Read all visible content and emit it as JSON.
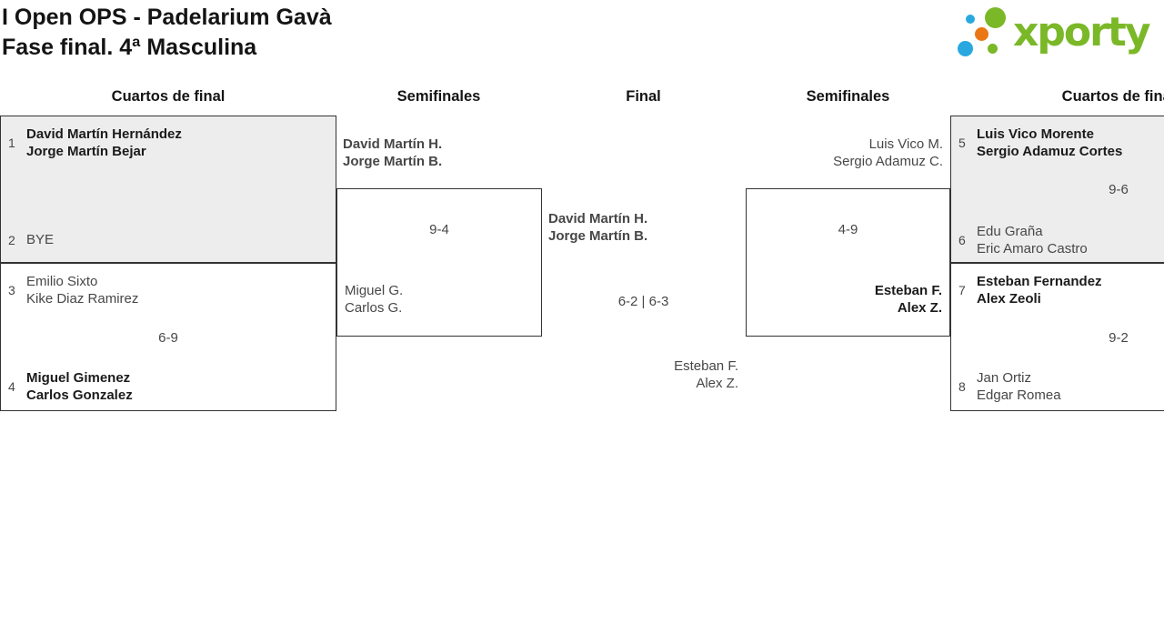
{
  "header": {
    "title_line1": "I Open OPS - Padelarium Gavà",
    "title_line2": "Fase final. 4ª Masculina",
    "logo": {
      "text": "xporty"
    }
  },
  "round_headers": {
    "left_quarterfinals": "Cuartos de final",
    "left_semifinals": "Semifinales",
    "final": "Final",
    "right_semifinals": "Semifinales",
    "right_quarterfinals": "Cuartos de final"
  },
  "bracket": {
    "qf_left_1": {
      "seed_top": "1",
      "team_top_line1": "David Martín Hernández",
      "team_top_line2": "Jorge Martín Bejar",
      "seed_bottom": "2",
      "team_bottom_line1": "BYE"
    },
    "qf_left_2": {
      "seed_top": "3",
      "team_top_line1": "Emilio Sixto",
      "team_top_line2": "Kike Diaz Ramirez",
      "score": "6-9",
      "seed_bottom": "4",
      "team_bottom_line1": "Miguel Gimenez",
      "team_bottom_line2": "Carlos Gonzalez"
    },
    "sf_left": {
      "team_top_line1": "David Martín H.",
      "team_top_line2": "Jorge Martín B.",
      "score": "9-4",
      "team_bottom_line1": "Miguel G.",
      "team_bottom_line2": "Carlos G."
    },
    "final": {
      "winner_line1": "David Martín H.",
      "winner_line2": "Jorge Martín B.",
      "score": "6-2 | 6-3",
      "runner_up_line1": "Esteban F.",
      "runner_up_line2": "Alex Z."
    },
    "sf_right": {
      "team_top_line1": "Luis Vico M.",
      "team_top_line2": "Sergio Adamuz C.",
      "score": "4-9",
      "team_bottom_line1": "Esteban F.",
      "team_bottom_line2": "Alex Z."
    },
    "qf_right_1": {
      "seed_top": "5",
      "team_top_line1": "Luis Vico Morente",
      "team_top_line2": "Sergio Adamuz Cortes",
      "score": "9-6",
      "seed_bottom": "6",
      "team_bottom_line1": "Edu Graña",
      "team_bottom_line2": "Eric Amaro Castro"
    },
    "qf_right_2": {
      "seed_top": "7",
      "team_top_line1": "Esteban Fernandez",
      "team_top_line2": "Alex Zeoli",
      "score": "9-2",
      "seed_bottom": "8",
      "team_bottom_line1": "Jan Ortiz",
      "team_bottom_line2": "Edgar Romea"
    }
  },
  "colors": {
    "logo_green": "#7ab828",
    "logo_blue": "#29a8e0",
    "logo_orange": "#ea7713",
    "match_box_shaded": "#ededed",
    "match_box_border": "#333333",
    "winner_text": "#1b1b1b",
    "secondary_text": "#474747"
  }
}
